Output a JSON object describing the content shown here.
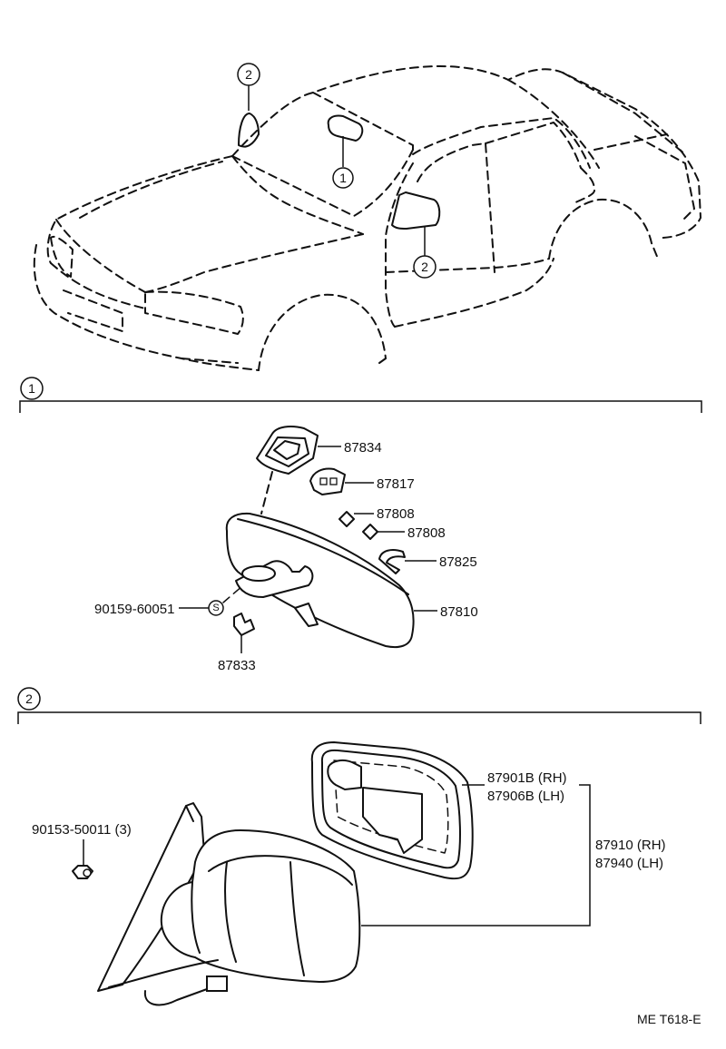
{
  "callouts": {
    "top_mirror": "2",
    "inside_mirror": "1",
    "door_mirror": "2",
    "section1": "1",
    "section2": "2"
  },
  "section1": {
    "labels": {
      "p87834": "87834",
      "p87817": "87817",
      "p87808a": "87808",
      "p87808b": "87808",
      "p87825": "87825",
      "p87810": "87810",
      "p90159": "90159-60051",
      "p87833": "87833",
      "screw_mark": "S"
    }
  },
  "section2": {
    "labels": {
      "p90153": "90153-50011 (3)",
      "p87901": "87901B (RH)",
      "p87906": "87906B (LH)",
      "p87910": "87910 (RH)",
      "p87940": "87940 (LH)"
    }
  },
  "footer": {
    "code": "ME T618-E"
  }
}
